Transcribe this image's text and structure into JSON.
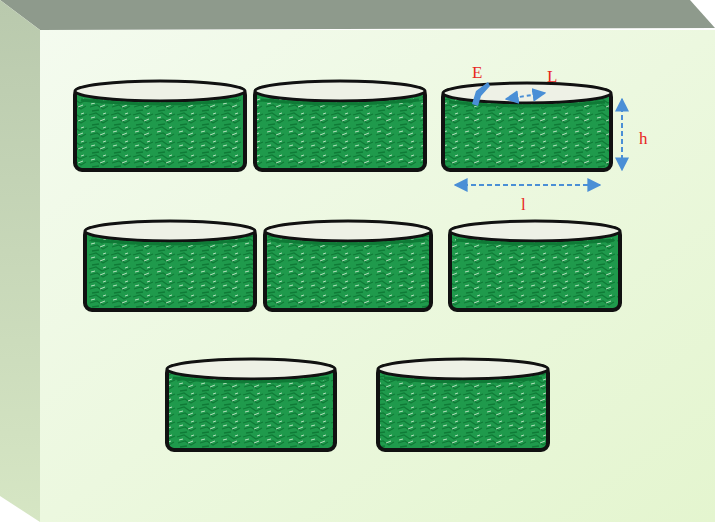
{
  "diagram": {
    "labels": [
      "E",
      "L",
      "h",
      "l"
    ]
  }
}
